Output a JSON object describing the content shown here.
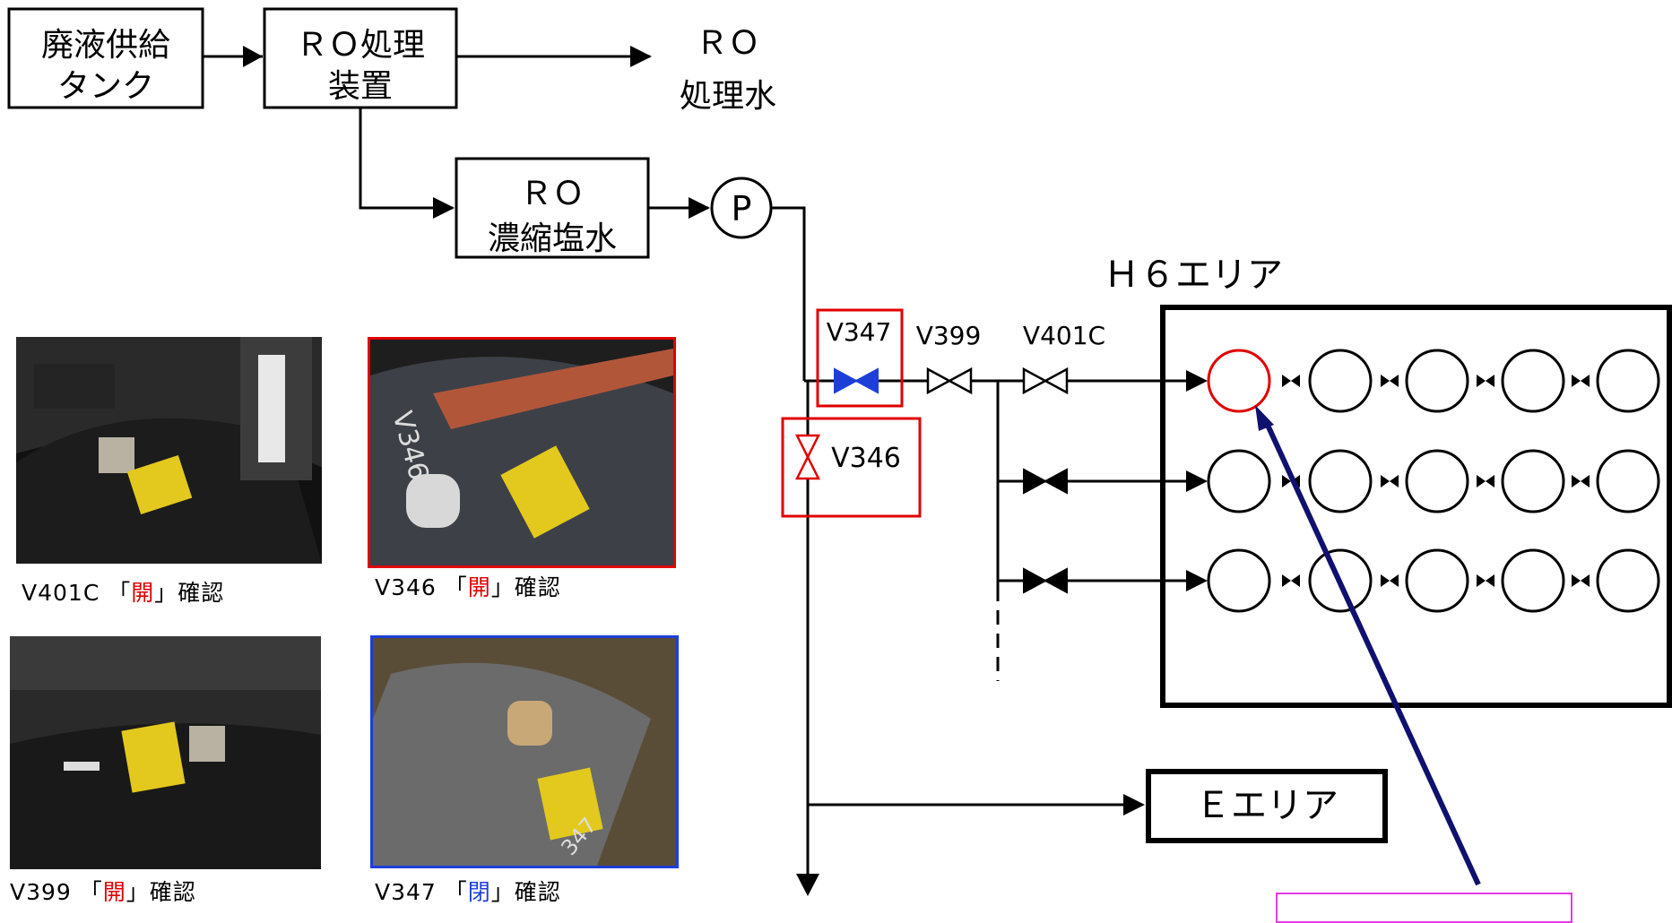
{
  "flow": {
    "tank_line1": "廃液供給",
    "tank_line2": "タンク",
    "ro_unit_line1": "ＲＯ処理",
    "ro_unit_line2": "装置",
    "ro_water_line1": "ＲＯ",
    "ro_water_line2": "処理水",
    "brine_line1": "ＲＯ",
    "brine_line2": "濃縮塩水",
    "pump": "P"
  },
  "valves": {
    "v347": "V347",
    "v399": "V399",
    "v401c": "V401C",
    "v346": "V346"
  },
  "areas": {
    "h6": "Ｈ６エリア",
    "e": "Ｅエリア"
  },
  "photos": [
    {
      "id": "V401C",
      "pre": "V401C 「",
      "state": "開",
      "post": "」確認"
    },
    {
      "id": "V346",
      "pre": "V346 「",
      "state": "開",
      "post": "」確認"
    },
    {
      "id": "V399",
      "pre": "V399 「",
      "state": "開",
      "post": "」確認"
    },
    {
      "id": "V347",
      "pre": "V347 「",
      "state": "閉",
      "post": "」確認"
    }
  ],
  "colors": {
    "highlight_red": "#e00000",
    "valve_closed_blue": "#1d3fd8",
    "pointer_arrow_navy": "#10106e",
    "callout_pink": "#e43be4"
  }
}
